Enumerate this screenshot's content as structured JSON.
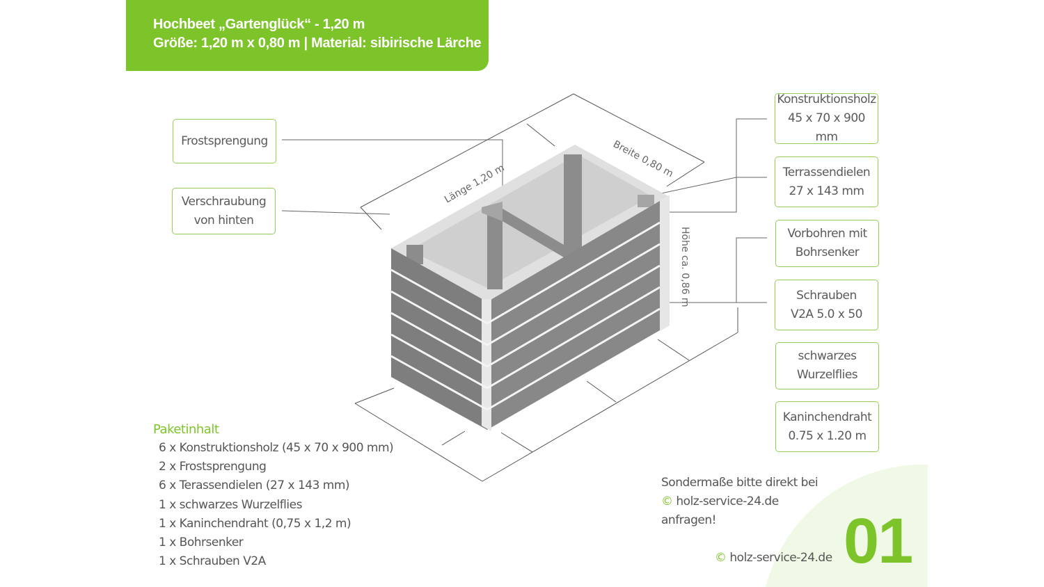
{
  "header": {
    "title": "Hochbeet „Gartenglück“ - 1,20 m",
    "subtitle": "Größe: 1,20 m x 0,80 m | Material: sibirische Lärche",
    "background": "#7dc42a"
  },
  "labels_left": {
    "frost": "Frostsprengung",
    "screw": "Verschraubung\nvon hinten"
  },
  "labels_right": [
    "Konstruktionsholz\n45 x 70 x 900 mm",
    "Terrassendielen\n27 x 143 mm",
    "Vorbohren mit\nBohrsenker",
    "Schrauben\nV2A 5.0 x 50",
    "schwarzes\nWurzelflies",
    "Kaninchendraht\n0.75 x 1.20 m"
  ],
  "dimensions": {
    "length": "Länge 1,20 m",
    "width": "Breite 0,80 m",
    "height": "Höhe ca. 0,86 m"
  },
  "package": {
    "title": "Paketinhalt",
    "items": [
      "6 x Konstruktionsholz (45 x 70 x 900 mm)",
      "2 x Frostsprengung",
      "6 x Terassendielen (27 x 143 mm)",
      "1 x schwarzes Wurzelflies",
      "1 x Kaninchendraht (0,75 x 1,2 m)",
      "1 x Bohrsenker",
      "1 x Schrauben V2A"
    ]
  },
  "note": {
    "line1": "Sondermaße bitte direkt bei",
    "copyright_symbol": "©",
    "line2": "holz-service-24.de",
    "line3": "anfragen!"
  },
  "footer": {
    "copyright_symbol": "©",
    "site": "holz-service-24.de",
    "page_number": "01"
  },
  "colors": {
    "accent": "#7dc42a",
    "border": "#93cf56",
    "wood_dark": "#7b7b7b",
    "wood_light": "#dcdcdc"
  }
}
